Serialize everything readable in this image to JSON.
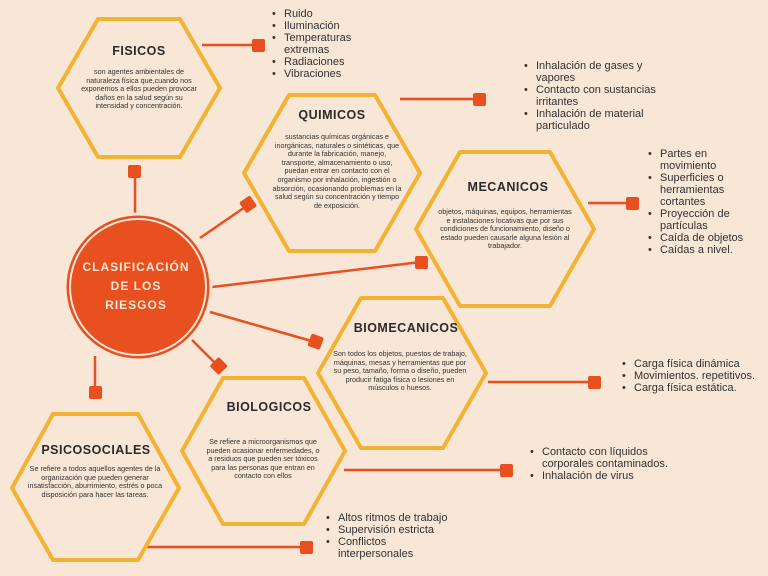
{
  "center": {
    "title_lines": [
      "CLASIFICACIÓN",
      "DE LOS",
      "RIESGOS"
    ]
  },
  "colors": {
    "hex_stroke": "#f4b233",
    "center_fill": "#e8501f",
    "connector": "#e8501f",
    "background": "#f8e6d6"
  },
  "categories": [
    {
      "title": "FISICOS",
      "description": "son agentes ambientales de naturaleza física que,cuando nos exponemos a ellos pueden provocar daños en la salud según su intensidad y concentración.",
      "items": [
        "Ruido",
        "Iluminación",
        "Temperaturas extremas",
        "Radiaciones",
        "Vibraciones"
      ]
    },
    {
      "title": "QUIMICOS",
      "description": "sustancias químicas orgánicas e inorgánicas, naturales o sintéticas, que durante la fabricación, manejo, transporte, almacenamiento o uso, puedan entrar en contacto con el organismo por inhalación, ingestión o absorción, ocasionando problemas en la salud según su concentración y tiempo de exposición.",
      "items": [
        "Inhalación de gases y vapores",
        "Contacto con sustancias irritantes",
        "Inhalación de material particulado"
      ]
    },
    {
      "title": "MECANICOS",
      "description": "objetos, máquinas, equipos, herramientas e instalaciones locativas que por sus condiciones de funcionamiento, diseño o estado pueden causarle alguna lesión al trabajador.",
      "items": [
        "Partes en movimiento",
        "Superficies o herramientas cortantes",
        "Proyección de partículas",
        "Caída de objetos",
        "Caídas a nivel."
      ]
    },
    {
      "title": "BIOMECANICOS",
      "description": "Son todos los objetos, puestos de trabajo, máquinas, mesas y herramientas que por su peso, tamaño, forma o diseño, pueden producir fatiga física o lesiones en músculos o huesos.",
      "items": [
        "Carga física dinámica",
        "Movimientos. repetitivos.",
        "Carga física estática."
      ]
    },
    {
      "title": "BIOLOGICOS",
      "description": "Se refiere a microorganismos que pueden ocasionar enfermedades, o a residuos que pueden ser tóxicos para las personas que entran en contacto con ellos",
      "items": [
        "Contacto con líquidos corporales contaminados.",
        "Inhalación de virus"
      ]
    },
    {
      "title": "PSICOSOCIALES",
      "description": "Se refiere a todos aquellos agentes de la organización que pueden generar insatisfacción, aburrimiento, estrés o poca disposición para hacer las tareas.",
      "items": [
        "Altos ritmos de trabajo",
        "Supervisión estricta",
        "Conflictos interpersonales"
      ]
    }
  ]
}
